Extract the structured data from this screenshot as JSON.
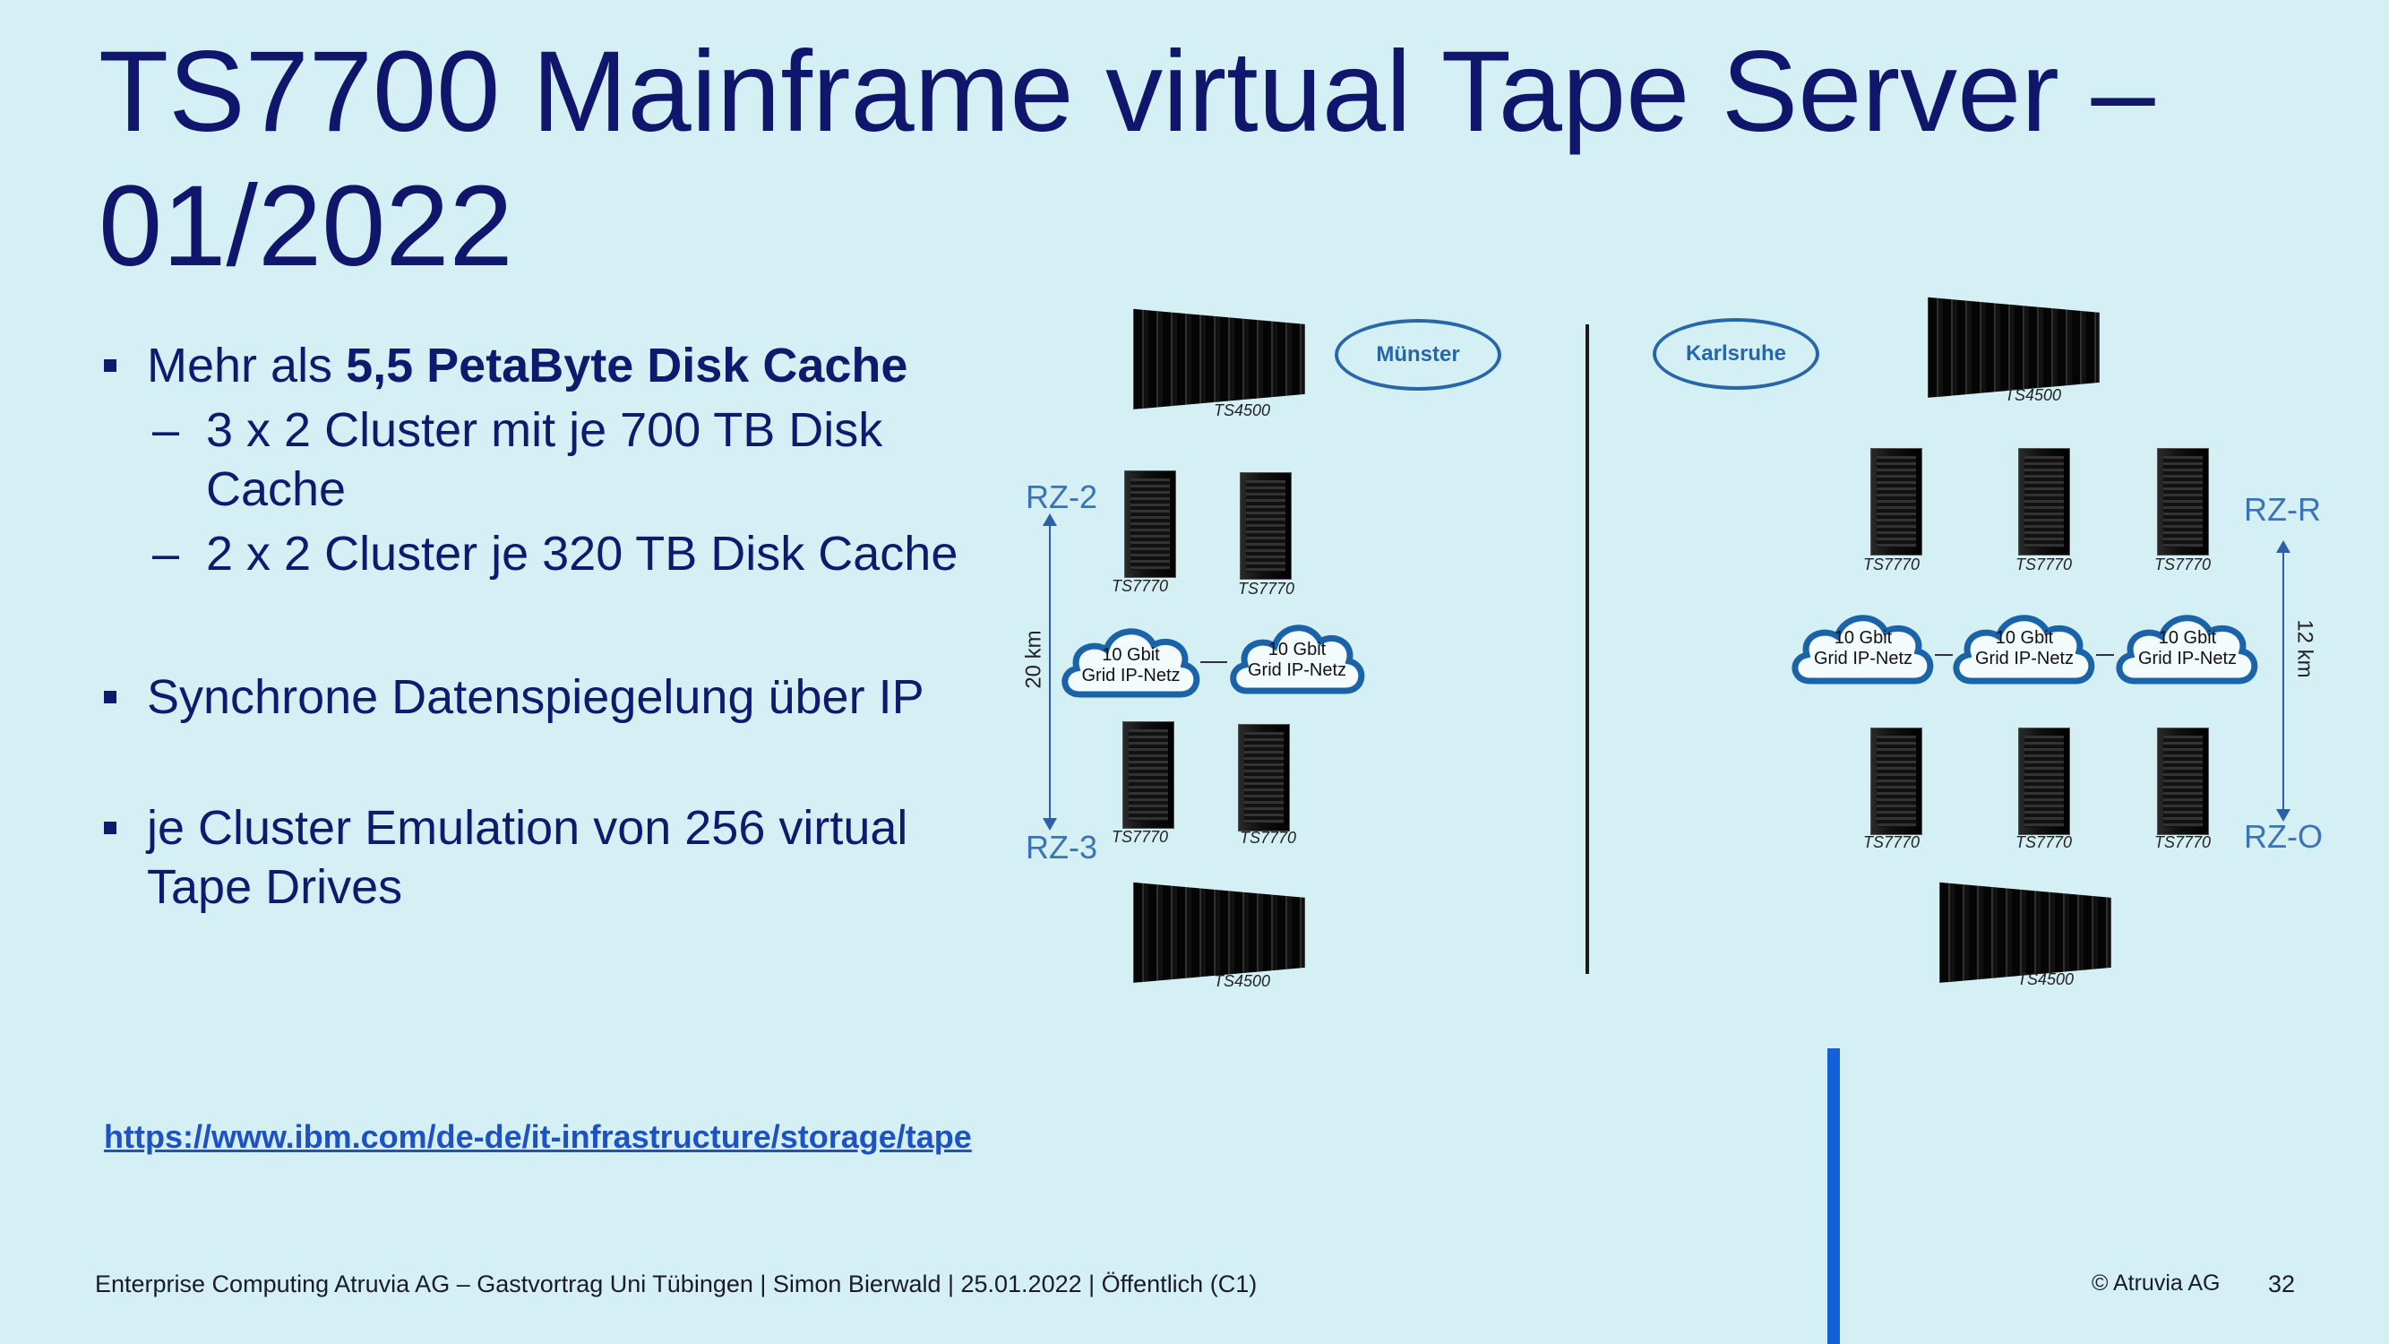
{
  "slide": {
    "title": "TS7700 Mainframe virtual Tape Server – 01/2022",
    "bullets": {
      "b1_prefix": "Mehr als ",
      "b1_bold": "5,5 PetaByte Disk Cache",
      "b1_sub1": "3 x 2 Cluster mit je 700 TB Disk Cache",
      "b1_sub2": "2 x 2 Cluster je 320 TB Disk Cache",
      "b2": "Synchrone Datenspiegelung über IP",
      "b3": "je Cluster Emulation von 256 virtual Tape Drives"
    },
    "link": "https://www.ibm.com/de-de/it-infrastructure/storage/tape",
    "footer": "Enterprise Computing Atruvia AG – Gastvortrag Uni Tübingen | Simon Bierwald | 25.01.2022 | Öffentlich (C1)",
    "copyright": "© Atruvia AG",
    "page_number": "32"
  },
  "diagram": {
    "left": {
      "city": "Münster",
      "top_label": "RZ-2",
      "bottom_label": "RZ-3",
      "distance": "20 km",
      "library": "TS4500",
      "cluster": "TS7770",
      "cloud_line1": "10 Gbit",
      "cloud_line2": "Grid IP-Netz"
    },
    "right": {
      "city": "Karlsruhe",
      "top_label": "RZ-R",
      "bottom_label": "RZ-O",
      "distance": "12 km",
      "library": "TS4500",
      "cluster": "TS7770",
      "cloud_line1": "10 Gbit",
      "cloud_line2": "Grid IP-Netz"
    }
  }
}
